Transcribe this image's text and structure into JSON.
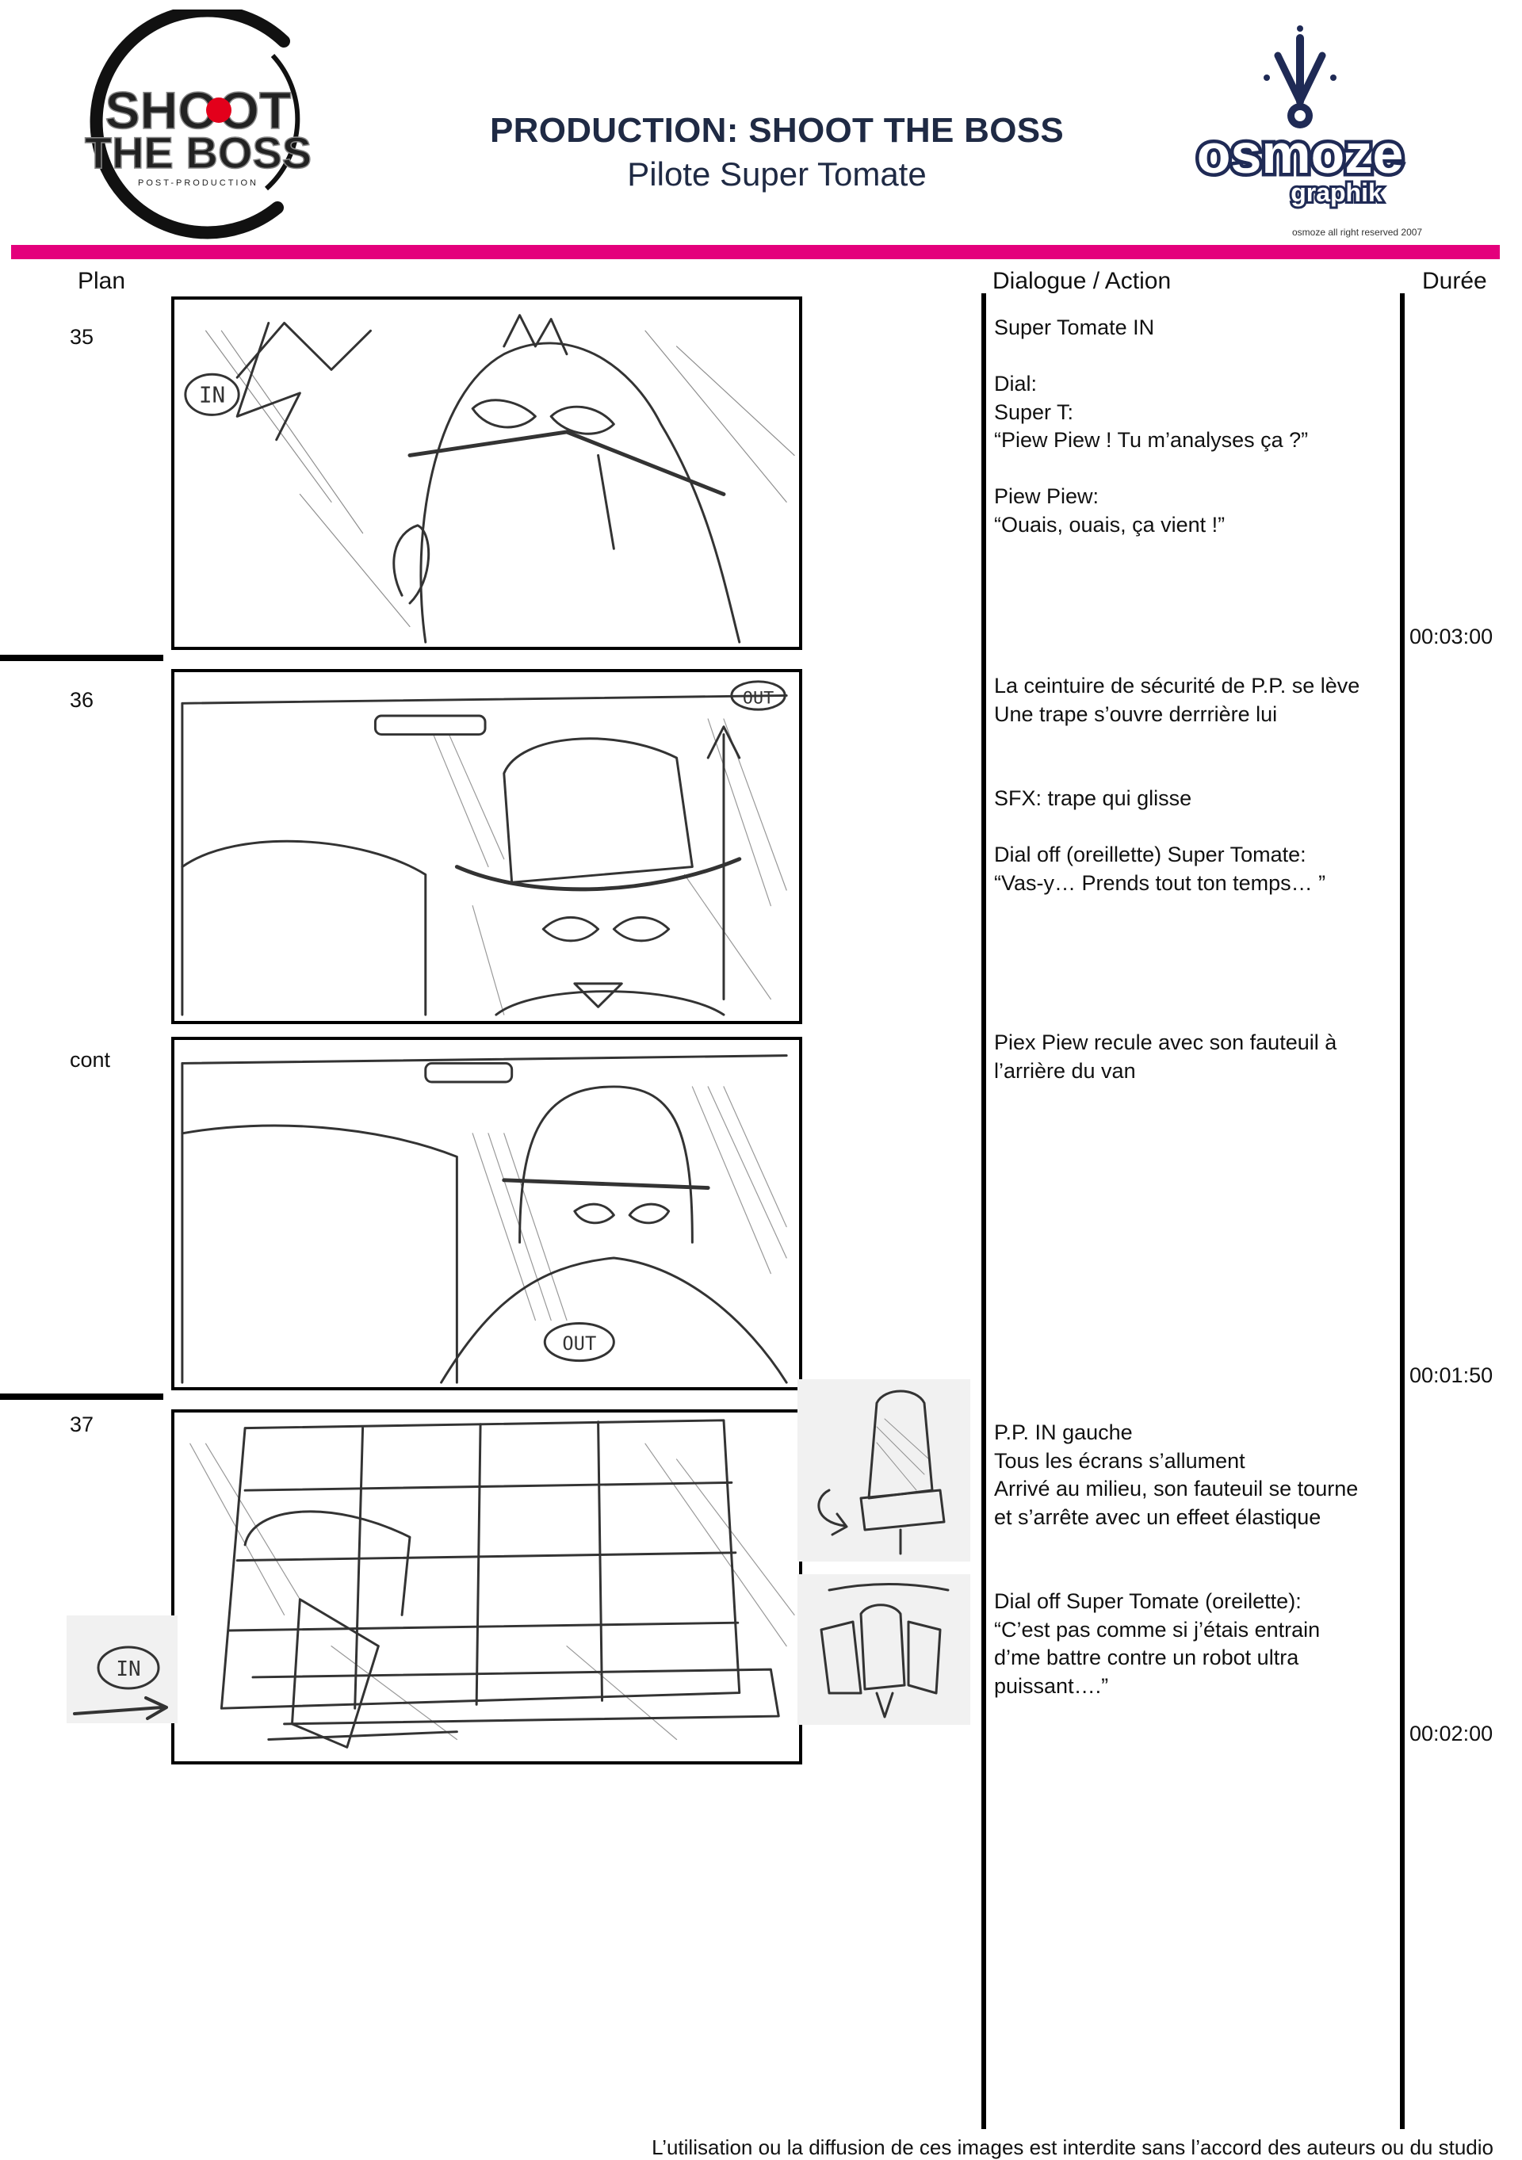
{
  "header": {
    "logo_left_lines": [
      "SHOOT",
      "THE BOSS",
      "POST-PRODUCTION"
    ],
    "logo_right_lines": [
      "osmoze",
      "graphik"
    ],
    "title": "PRODUCTION: SHOOT THE BOSS",
    "subtitle": "Pilote Super Tomate",
    "copyright": "osmoze all right reserved 2007",
    "accent_color": "#e4007c"
  },
  "columns": {
    "plan": "Plan",
    "dialogue": "Dialogue",
    "dialogue_sep": "/",
    "action": "Action",
    "duration": "Durée"
  },
  "shots": [
    {
      "plan": "35",
      "badge": "IN",
      "lines": "Super Tomate IN\n\nDial:\nSuper T:\n“Piew Piew ! Tu m’analyses ça ?”\n\nPiew Piew:\n“Ouais, ouais, ça vient !”",
      "duration": "00:03:00"
    },
    {
      "plan": "36",
      "badge": "OUT",
      "lines": "La ceintuire de sécurité de P.P. se lève\nUne trape s’ouvre derrrière lui\n\n\nSFX: trape qui glisse\n\nDial off (oreillette) Super Tomate:\n“Vas-y… Prends tout ton temps… ”",
      "duration": ""
    },
    {
      "plan": "cont",
      "badge": "OUT",
      "lines": "Piex Piew recule avec son fauteuil à\nl’arrière du van",
      "duration": "00:01:50"
    },
    {
      "plan": "37",
      "badge": "IN",
      "lines": "P.P. IN gauche\nTous les écrans s’allument\nArrivé au milieu, son fauteuil se tourne\net s’arrête avec un effeet élastique\n\n\nDial off Super Tomate (oreilette):\n“C’est pas comme si j’étais entrain\nd’me battre contre un robot ultra\npuissant….”",
      "duration": "00:02:00"
    }
  ],
  "footer": "L’utilisation ou la diffusion de ces images est interdite sans l’accord des auteurs ou du studio"
}
